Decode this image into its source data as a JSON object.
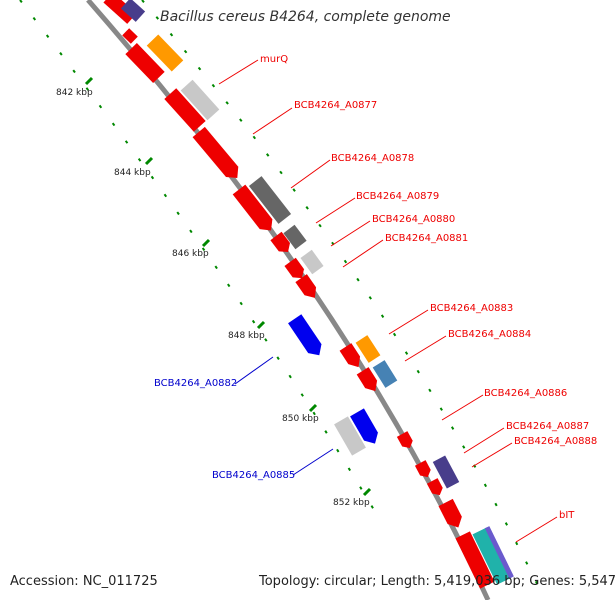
{
  "title": "Bacillus cereus B4264, complete genome",
  "footer": {
    "accession": "Accession: NC_011725",
    "summary": "Topology: circular; Length: 5,419,036 bp; Genes: 5,547"
  },
  "colors": {
    "red_gene": "#ee0000",
    "blue_gene": "#0000ee",
    "orange_gene": "#ff9900",
    "light_gray_gene": "#c8c8c8",
    "dark_gray_gene": "#666666",
    "steel_blue_gene": "#4682b4",
    "purple_gene": "#483d8b",
    "teal_gene": "#20b2aa",
    "backbone": "#888888",
    "tick": "#008800",
    "label_red": "#ee0000",
    "label_blue": "#0000cc"
  },
  "ticks": [
    {
      "label": "842 kbp"
    },
    {
      "label": "844 kbp"
    },
    {
      "label": "846 kbp"
    },
    {
      "label": "848 kbp"
    },
    {
      "label": "850 kbp"
    },
    {
      "label": "852 kbp"
    }
  ],
  "labels": [
    {
      "text": "murQ",
      "color": "red"
    },
    {
      "text": "BCB4264_A0877",
      "color": "red"
    },
    {
      "text": "BCB4264_A0878",
      "color": "red"
    },
    {
      "text": "BCB4264_A0879",
      "color": "red"
    },
    {
      "text": "BCB4264_A0880",
      "color": "red"
    },
    {
      "text": "BCB4264_A0881",
      "color": "red"
    },
    {
      "text": "BCB4264_A0883",
      "color": "red"
    },
    {
      "text": "BCB4264_A0884",
      "color": "red"
    },
    {
      "text": "BCB4264_A0886",
      "color": "red"
    },
    {
      "text": "BCB4264_A0887",
      "color": "red"
    },
    {
      "text": "BCB4264_A0888",
      "color": "red"
    },
    {
      "text": "bIT",
      "color": "red"
    },
    {
      "text": "BCB4264_A0882",
      "color": "blue"
    },
    {
      "text": "BCB4264_A0885",
      "color": "blue"
    }
  ]
}
